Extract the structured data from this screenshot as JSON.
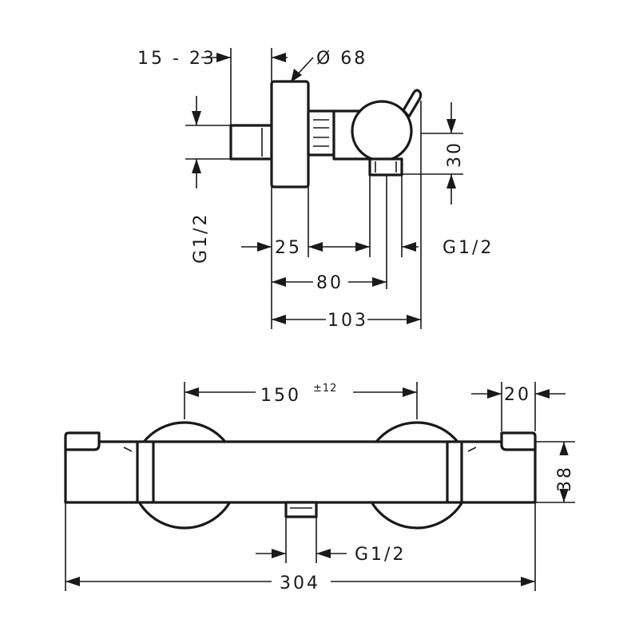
{
  "side_view": {
    "dims": {
      "wall_offset": "15 - 23",
      "diameter": "Ø 68",
      "thread_left": "G1/2",
      "height": "30",
      "d25": "25",
      "thread_right": "G1/2",
      "d80": "80",
      "d103": "103"
    }
  },
  "front_view": {
    "dims": {
      "centers": "150",
      "centers_tolerance": "±12",
      "end_cap": "20",
      "body_height": "38",
      "outlet_thread": "G1/2",
      "overall_length": "304"
    }
  }
}
